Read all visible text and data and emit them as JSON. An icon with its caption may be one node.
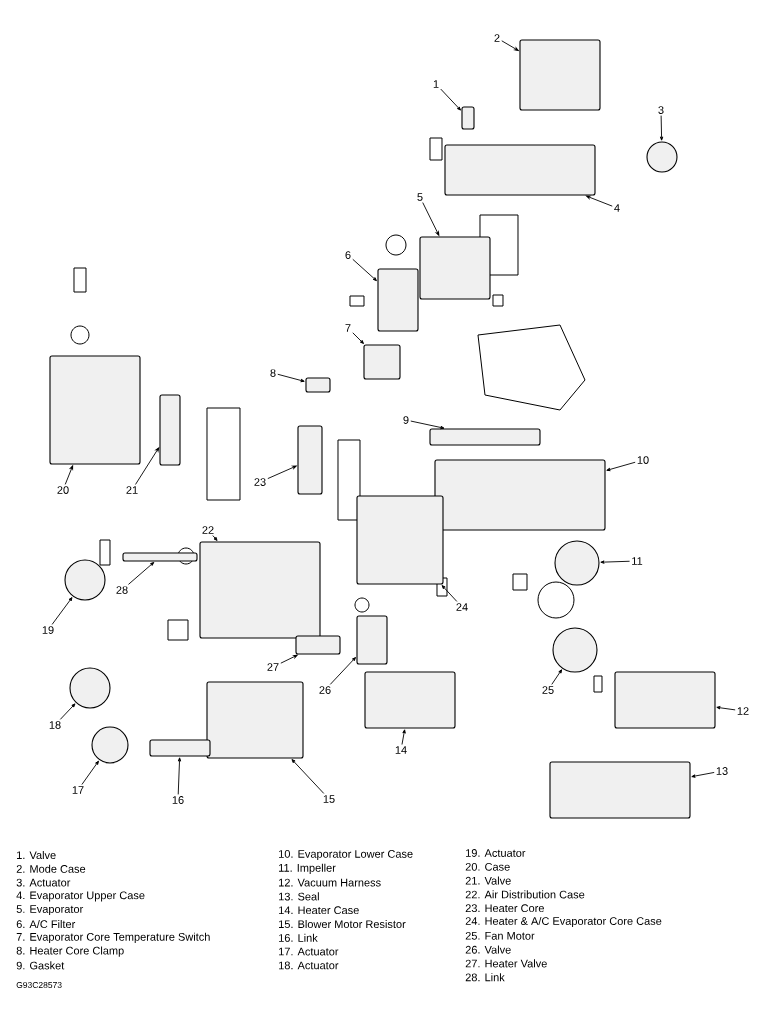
{
  "diagram": {
    "nodes": [
      {
        "text": [
          "1"
        ]
      },
      {
        "text": [
          "2"
        ]
      },
      {
        "text": [
          "3"
        ]
      },
      {
        "text": [
          "4"
        ]
      },
      {
        "text": [
          "5"
        ]
      },
      {
        "text": [
          "6"
        ]
      },
      {
        "text": [
          "7"
        ]
      },
      {
        "text": [
          "8"
        ]
      },
      {
        "text": [
          "9"
        ]
      },
      {
        "text": [
          "10"
        ]
      },
      {
        "text": [
          "11"
        ]
      },
      {
        "text": [
          "12"
        ]
      },
      {
        "text": [
          "13"
        ]
      },
      {
        "text": [
          "14"
        ]
      },
      {
        "text": [
          "15"
        ]
      },
      {
        "text": [
          "16"
        ]
      },
      {
        "text": [
          "17"
        ]
      },
      {
        "text": [
          "18"
        ]
      },
      {
        "text": [
          "19"
        ]
      },
      {
        "text": [
          "20"
        ]
      },
      {
        "text": [
          "21"
        ]
      },
      {
        "text": [
          "22"
        ]
      },
      {
        "text": [
          "23"
        ]
      },
      {
        "text": [
          "24"
        ]
      },
      {
        "text": [
          "25"
        ]
      },
      {
        "text": [
          "26"
        ]
      },
      {
        "text": [
          "27"
        ]
      },
      {
        "text": [
          "28"
        ]
      },
      {
        "text": [],
        "shape": "box"
      },
      {
        "text": [],
        "shape": "box"
      },
      {
        "text": [],
        "shape": "circle"
      },
      {
        "text": [],
        "shape": "box"
      },
      {
        "text": [],
        "shape": "box"
      },
      {
        "text": [],
        "shape": "box"
      },
      {
        "text": [],
        "shape": "box"
      },
      {
        "text": [],
        "shape": "box"
      },
      {
        "text": [],
        "shape": "box"
      },
      {
        "text": [],
        "shape": "box"
      },
      {
        "text": [],
        "shape": "circle"
      },
      {
        "text": [],
        "shape": "box"
      },
      {
        "text": [],
        "shape": "box"
      },
      {
        "text": [],
        "shape": "box"
      },
      {
        "text": [],
        "shape": "box"
      },
      {
        "text": [],
        "shape": "box"
      },
      {
        "text": [],
        "shape": "circle"
      },
      {
        "text": [],
        "shape": "circle"
      },
      {
        "text": [],
        "shape": "circle"
      },
      {
        "text": [],
        "shape": "box"
      },
      {
        "text": [],
        "shape": "box"
      },
      {
        "text": [],
        "shape": "box"
      },
      {
        "text": [],
        "shape": "box"
      },
      {
        "text": [],
        "shape": "box"
      },
      {
        "text": [],
        "shape": "circle"
      },
      {
        "text": [],
        "shape": "box"
      },
      {
        "text": [],
        "shape": "box"
      },
      {
        "text": [],
        "shape": "box"
      }
    ],
    "edges": [
      {
        "from": 0,
        "to": 28,
        "arrow": "to"
      },
      {
        "from": 1,
        "to": 29,
        "arrow": "to"
      },
      {
        "from": 2,
        "to": 30,
        "arrow": "to"
      },
      {
        "from": 3,
        "to": 31,
        "arrow": "to"
      },
      {
        "from": 4,
        "to": 32,
        "arrow": "to"
      },
      {
        "from": 5,
        "to": 33,
        "arrow": "to"
      },
      {
        "from": 6,
        "to": 34,
        "arrow": "to"
      },
      {
        "from": 7,
        "to": 35,
        "arrow": "to"
      },
      {
        "from": 8,
        "to": 36,
        "arrow": "to"
      },
      {
        "from": 9,
        "to": 37,
        "arrow": "to"
      },
      {
        "from": 10,
        "to": 38,
        "arrow": "to"
      },
      {
        "from": 11,
        "to": 39,
        "arrow": "to"
      },
      {
        "from": 12,
        "to": 40,
        "arrow": "to"
      },
      {
        "from": 13,
        "to": 41,
        "arrow": "to"
      },
      {
        "from": 14,
        "to": 42,
        "arrow": "to"
      },
      {
        "from": 15,
        "to": 43,
        "arrow": "to"
      },
      {
        "from": 16,
        "to": 44,
        "arrow": "to"
      },
      {
        "from": 17,
        "to": 45,
        "arrow": "to"
      },
      {
        "from": 18,
        "to": 46,
        "arrow": "to"
      },
      {
        "from": 19,
        "to": 47,
        "arrow": "to"
      },
      {
        "from": 20,
        "to": 48,
        "arrow": "to"
      },
      {
        "from": 21,
        "to": 49,
        "arrow": "to"
      },
      {
        "from": 22,
        "to": 50,
        "arrow": "to"
      },
      {
        "from": 23,
        "to": 51,
        "arrow": "to"
      },
      {
        "from": 24,
        "to": 52,
        "arrow": "to"
      },
      {
        "from": 25,
        "to": 53,
        "arrow": "to"
      },
      {
        "from": 26,
        "to": 54,
        "arrow": "to"
      },
      {
        "from": 27,
        "to": 55,
        "arrow": "to"
      }
    ],
    "labels": [
      "1. Valve",
      "2. Mode Case",
      "3. Actuator",
      "4. Evaporator Upper Case",
      "5. Evaporator",
      "6. A/C Filter",
      "7. Evaporator Core Temperature Switch",
      "8. Heater Core Clamp",
      "9. Gasket",
      "G93C28573",
      "10. Evaporator Lower Case",
      "11. Impeller",
      "12. Vacuum Harness",
      "13. Seal",
      "14. Heater Case",
      "15. Blower Motor Resistor",
      "16. Link",
      "17. Actuator",
      "18. Actuator",
      "19. Actuator",
      "20. Case",
      "21. Valve",
      "22. Air Distribution Case",
      "23. Heater Core",
      "24. Heater & A/C Evaporator Core Case",
      "25. Fan Motor",
      "26. Valve",
      "27. Heater Valve",
      "28. Link"
    ]
  }
}
